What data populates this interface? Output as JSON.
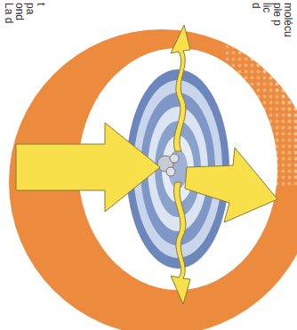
{
  "diagram": {
    "labels": [
      "La d",
      "ond",
      "pa",
      "t",
      "d",
      "lic",
      "ple p",
      "molécu"
    ]
  }
}
